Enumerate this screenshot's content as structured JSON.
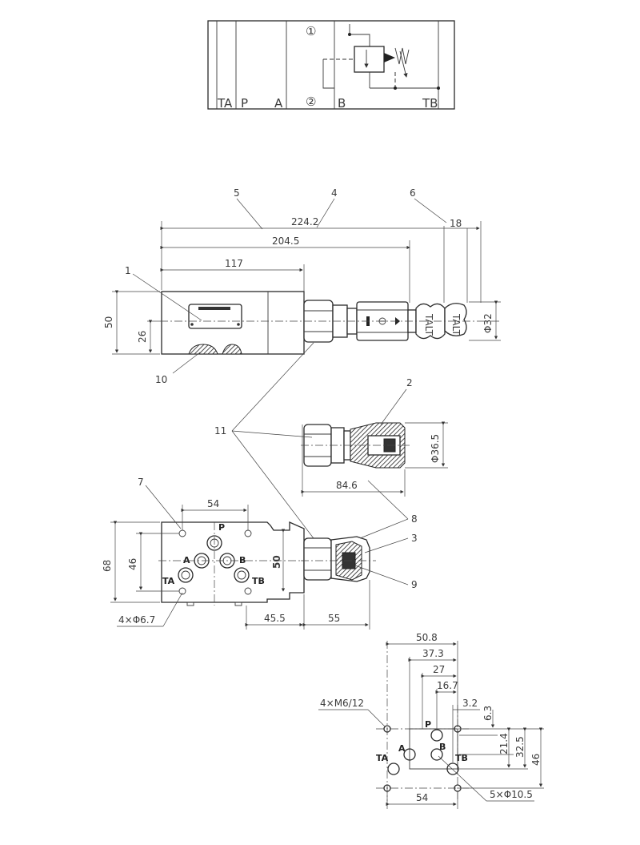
{
  "symbol": {
    "ports": {
      "ta": "TA",
      "p": "P",
      "a": "A",
      "b": "B",
      "tb": "TB"
    },
    "circled": {
      "one": "①",
      "two": "②"
    }
  },
  "callouts": [
    "1",
    "2",
    "3",
    "4",
    "5",
    "6",
    "7",
    "8",
    "9",
    "10",
    "11"
  ],
  "dimensions": {
    "overall_length": "224.2",
    "length_204": "204.5",
    "length_117": "117",
    "dim_18": "18",
    "height_50": "50",
    "height_26": "26",
    "dia_32": "Φ32",
    "dia_36_5": "Φ36.5",
    "length_84_6": "84.6",
    "width_54": "54",
    "height_68": "68",
    "height_46": "46",
    "height_50_side": "50",
    "holes_6_7": "4×Φ6.7",
    "dim_45_5": "45.5",
    "dim_55": "55",
    "mp_50_8": "50.8",
    "mp_37_3": "37.3",
    "mp_27": "27",
    "mp_16_7": "16.7",
    "mp_3_2": "3.2",
    "mp_6_3": "6.3",
    "mp_21_4": "21.4",
    "mp_32_5": "32.5",
    "mp_46": "46",
    "mp_54": "54",
    "mp_threads": "4×M6/12",
    "mp_ports": "5×Φ10.5"
  },
  "knob_text": "TALT",
  "bottom_view_ports": {
    "p": "P",
    "a": "A",
    "b": "B",
    "ta": "TA",
    "tb": "TB"
  },
  "mounting_ports": {
    "p": "P",
    "a": "A",
    "b": "B",
    "ta": "TA",
    "tb": "TB"
  }
}
